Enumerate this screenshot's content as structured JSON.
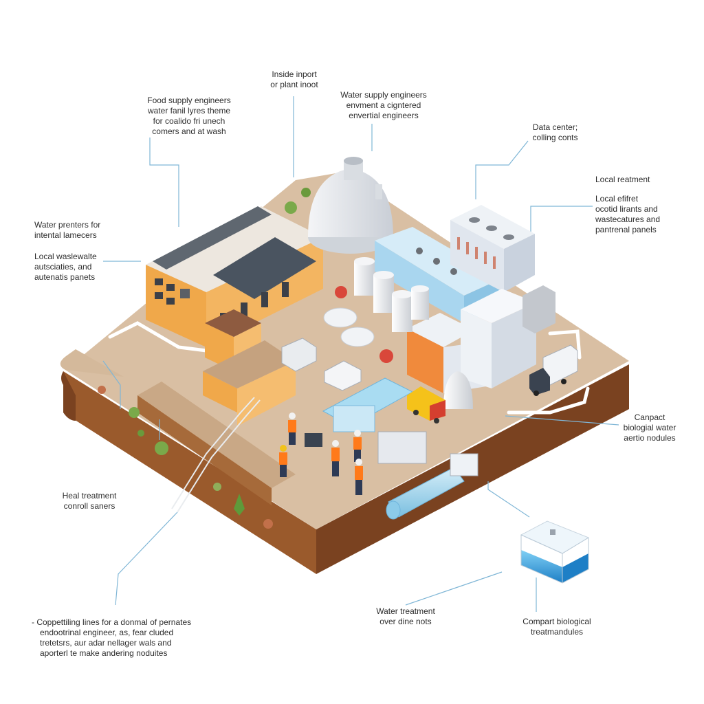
{
  "labels": {
    "inside_import": [
      "Inside inport",
      "or plant inoot"
    ],
    "food_supply": [
      "Food supply engineers",
      "water fanil lyres theme",
      "for coalido fri unech",
      "comers and at wash"
    ],
    "water_supply": [
      "Water supply engineers",
      "envment a cigntered",
      "envertial engineers"
    ],
    "data_center": [
      "Data center;",
      "colling conts"
    ],
    "local_treatment": [
      "Local reatment"
    ],
    "local_effluent": [
      "Local efifret",
      "ocotid lirants and",
      "wastecatures and",
      "pantrenal panels"
    ],
    "water_premises": [
      "Water prenters for",
      "intental lamecers"
    ],
    "local_wastewater": [
      "Local waslewalte",
      "autsciaties, and",
      "autenatis panets"
    ],
    "compact_biological_water": [
      "Canpact",
      "biologial water",
      "aertio nodules"
    ],
    "heat_treatment": [
      "Heal treatment",
      "conroll saners"
    ],
    "competing_lines": [
      "- Coppettiling lines for a donmal of pernates",
      "endootrinal engineer, as, fear cluded",
      "tretetsrs, aur adar nellager wals and",
      "aporterl te make andering noduites"
    ],
    "water_treatment_over": [
      "Water treatment",
      "over dine nots"
    ],
    "compact_biological_modules": [
      "Compart biological",
      "treatmandules"
    ]
  },
  "colors": {
    "ground_top": "#d9bfa3",
    "ground_side": "#9a5a2c",
    "ground_dark": "#7a4220",
    "wall_orange": "#f0a84a",
    "wall_white": "#eef2f6",
    "pipe_blue": "#9fd4ec",
    "leader_line": "#7fb6d6",
    "worker_vest": "#ff7a1a",
    "van_yellow": "#f5c21a"
  },
  "icons": {
    "workers": "worker-icon",
    "truck": "truck-icon",
    "tank": "tank-icon",
    "plants": "shrub-icon"
  }
}
